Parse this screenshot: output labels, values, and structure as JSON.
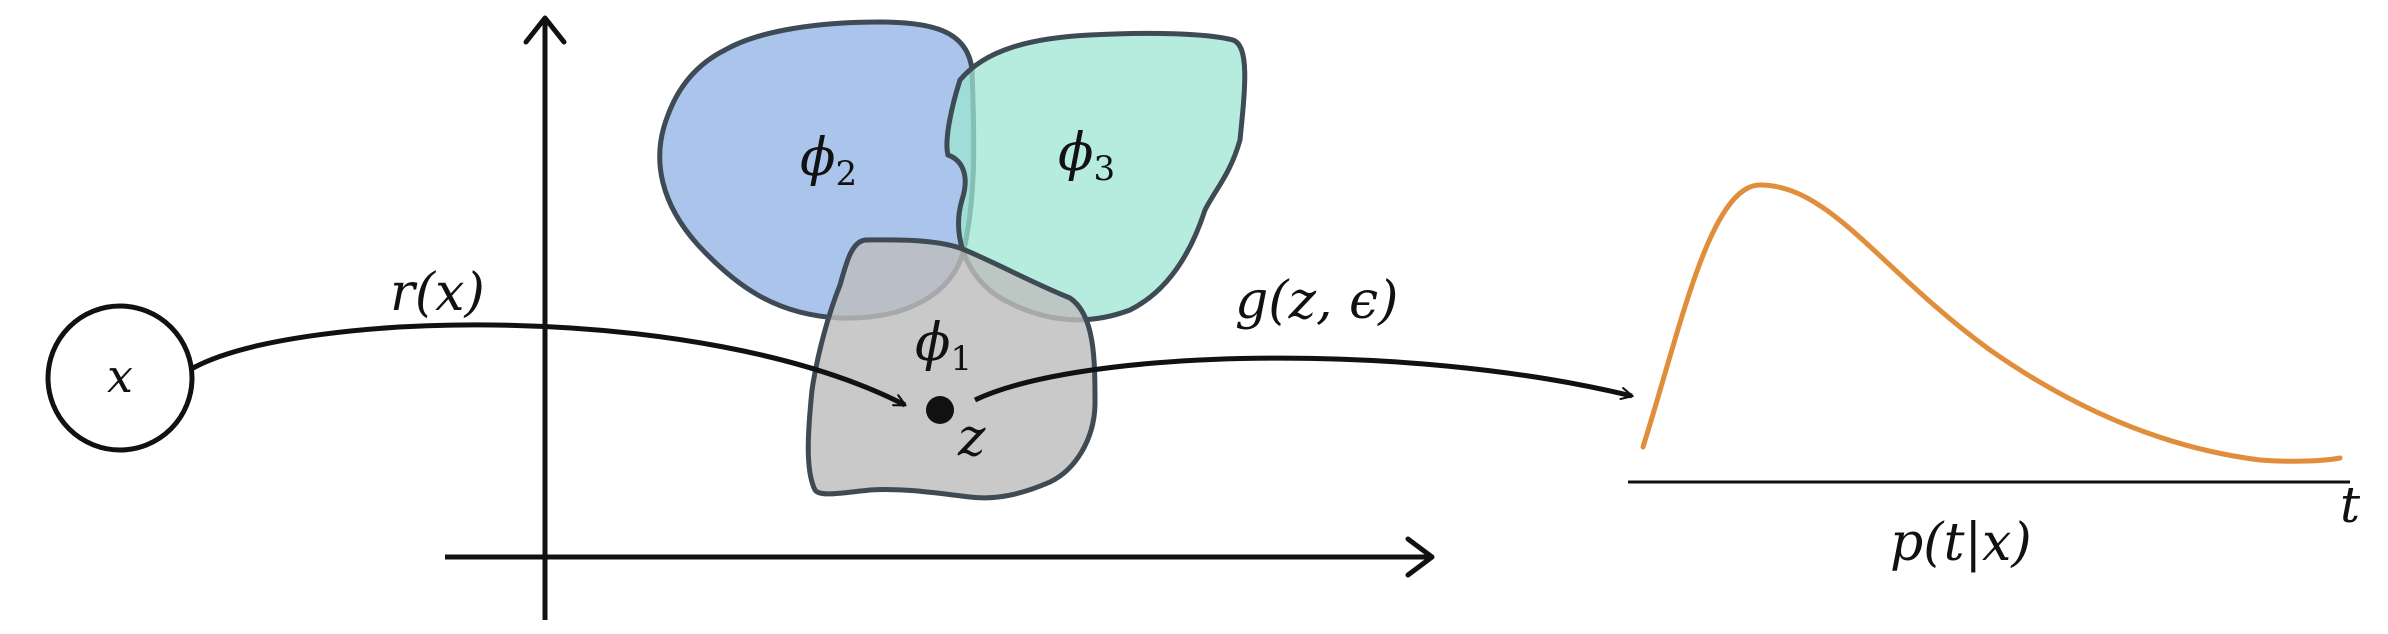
{
  "colors": {
    "ink": "#111111",
    "phi1_fill": "#bdbdbd",
    "phi2_fill": "#8fb0e6",
    "phi3_fill": "#9de6d2",
    "region_stroke": "#3e4a54",
    "density_curve": "#e08e3c"
  },
  "input_node": {
    "label": "x"
  },
  "encoder_arrow": {
    "label": "r(x)"
  },
  "regions": {
    "phi1": {
      "symbol": "ϕ",
      "subscript": "1"
    },
    "phi2": {
      "symbol": "ϕ",
      "subscript": "2"
    },
    "phi3": {
      "symbol": "ϕ",
      "subscript": "3"
    }
  },
  "latent_point": {
    "label": "z"
  },
  "decoder_arrow": {
    "label": "g(z, ϵ)"
  },
  "density_plot": {
    "x_axis_label": "t",
    "caption": "p(t|x)"
  }
}
